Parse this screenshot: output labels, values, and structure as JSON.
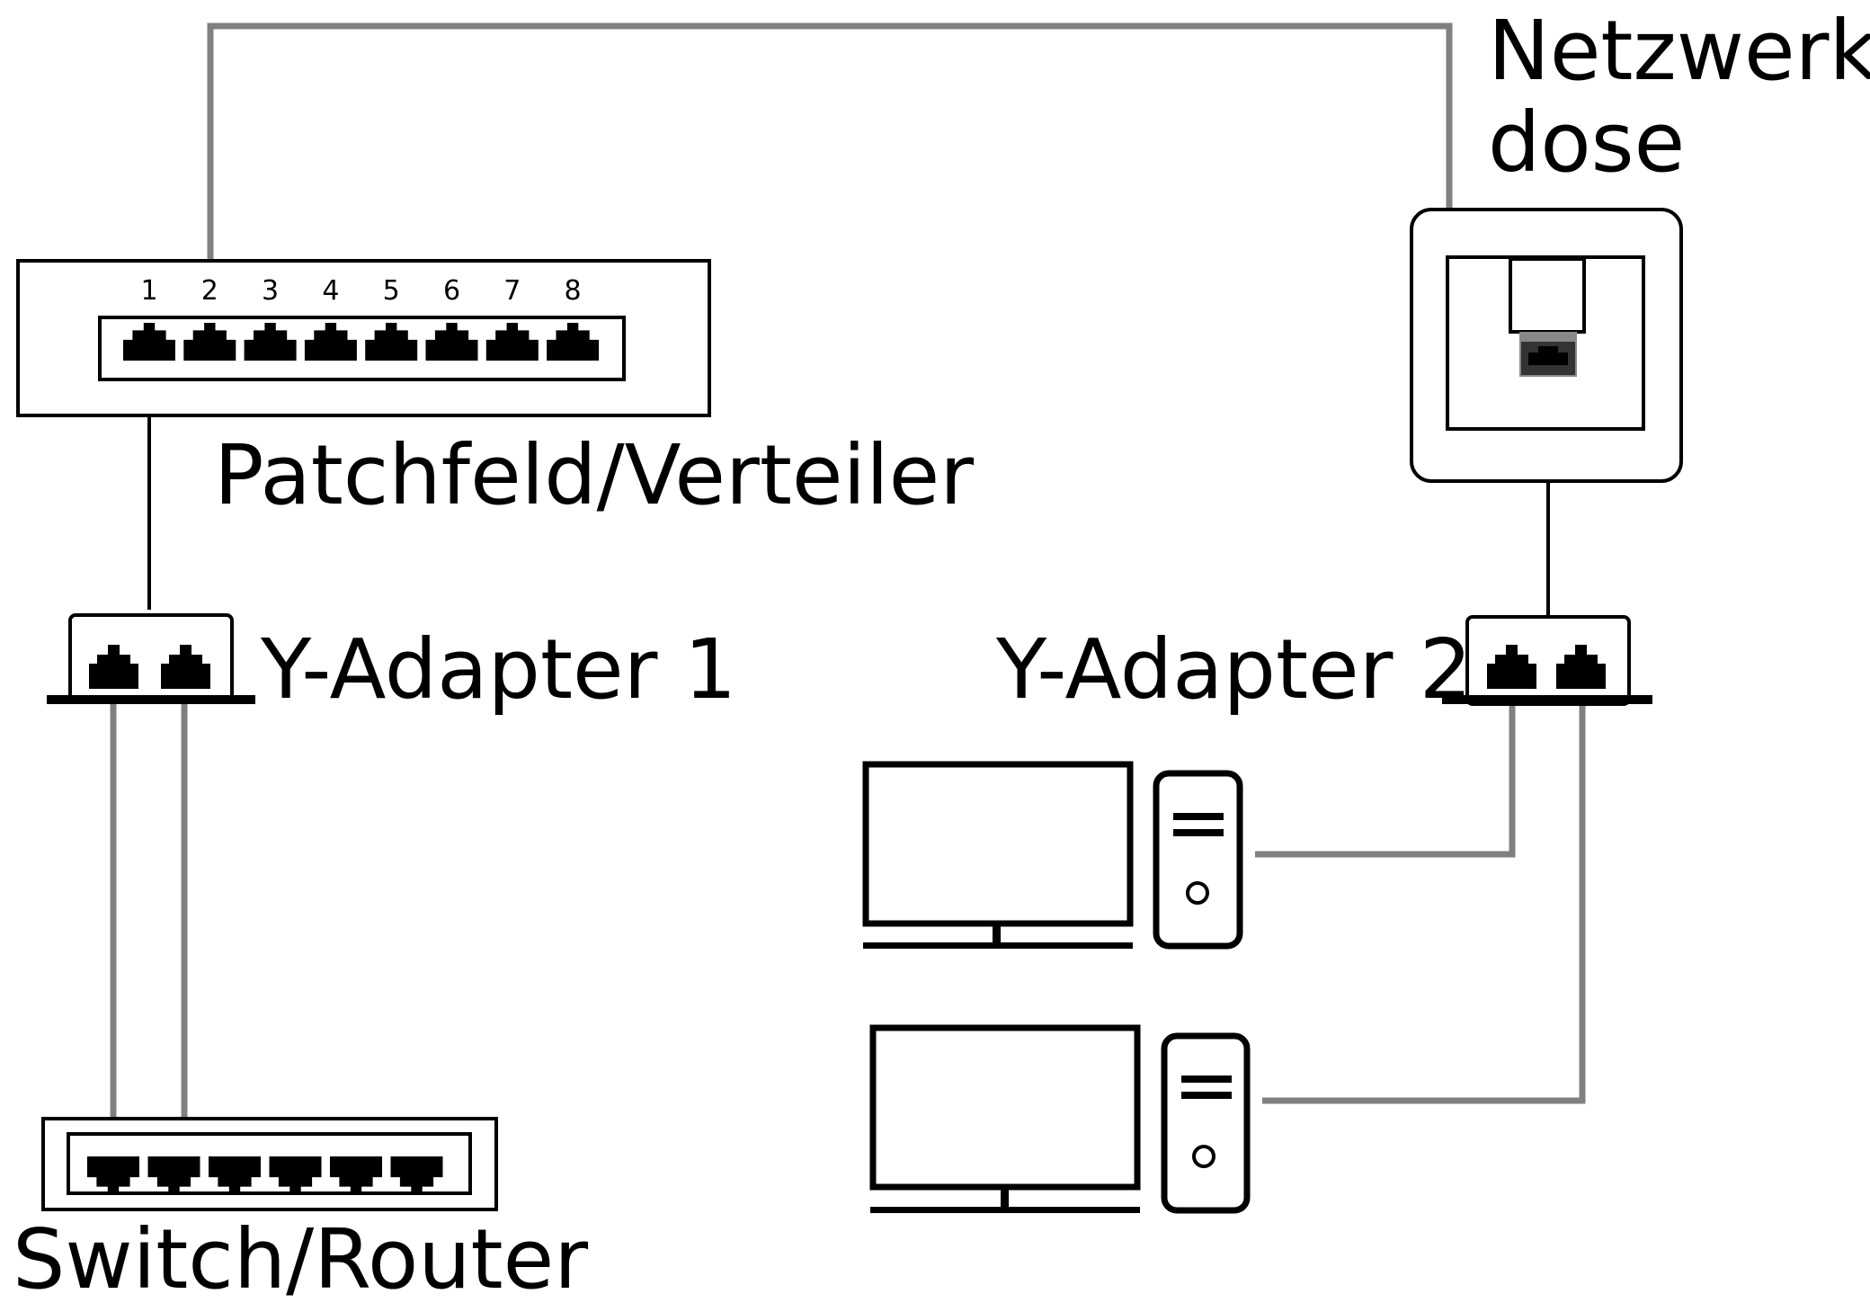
{
  "labels": {
    "patchpanel": "Patchfeld/Verteiler",
    "wall_outlet_line1": "Netzwerk-",
    "wall_outlet_line2": "dose",
    "y_adapter_1": "Y-Adapter 1",
    "y_adapter_2": "Y-Adapter 2",
    "switch": "Switch/Router"
  },
  "patchpanel_ports": [
    "1",
    "2",
    "3",
    "4",
    "5",
    "6",
    "7",
    "8"
  ],
  "switch_port_count": 6,
  "computers": [
    "pc-1",
    "pc-2"
  ],
  "colors": {
    "outline": "#000000",
    "cable_gray": "#808080",
    "cable_black": "#000000",
    "background": "#ffffff"
  }
}
